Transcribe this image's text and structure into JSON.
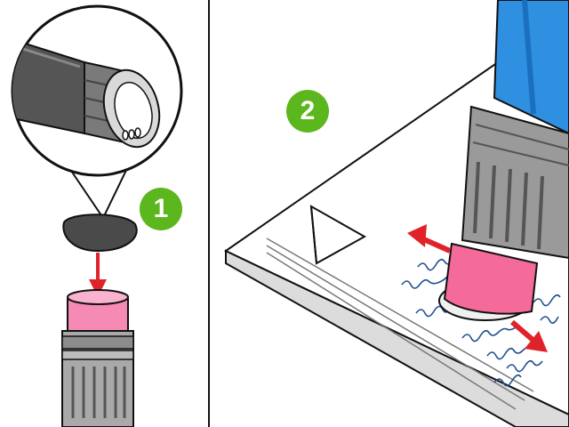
{
  "steps": [
    {
      "number": "1"
    },
    {
      "number": "2"
    }
  ],
  "colors": {
    "step_badge": "#5cb61d",
    "pencil_blue": "#2f8fe0",
    "eraser_pink": "#f46a9b",
    "ferrule_gray": "#9a9a9a",
    "arrow_red": "#e0222a",
    "scribble_blue": "#1f4f8f"
  },
  "icons": [
    "magnifier-callout",
    "pencil-eraser-icon",
    "paper-stack",
    "red-arrow-icon"
  ]
}
